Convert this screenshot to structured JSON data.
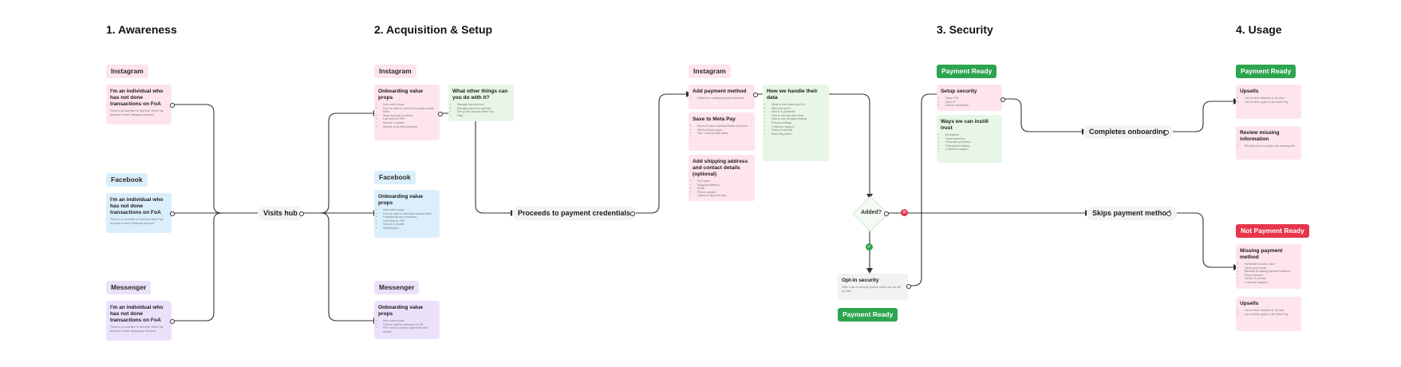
{
  "stages": [
    "1. Awareness",
    "2. Acquisition & Setup",
    "3. Security",
    "4. Usage"
  ],
  "awareness": {
    "instagram": {
      "tag": "Instagram",
      "title": "I'm an individual who has not done transactions on FoA",
      "body": "There's no incentive to link their Meta Pay account to their Instagram account"
    },
    "facebook": {
      "tag": "Facebook",
      "title": "I'm an individual who has not done transactions on FoA",
      "body": "There's no incentive to link their Meta Pay account to their Facebook account"
    },
    "messenger": {
      "tag": "Messenger",
      "title": "I'm an individual who has not done transactions on FoA",
      "body": "There's no incentive to link their Meta Pay account to their Messenger account"
    }
  },
  "flow": {
    "visits_hub": "Visits hub",
    "proceeds": "Proceeds to payment credentials",
    "completes": "Completes onboarding",
    "skips": "Skips payment method"
  },
  "acquisition": {
    "instagram": {
      "tag": "Instagram",
      "title": "Onboarding value props",
      "items": [
        "Intro value props",
        "Can be used to checkout in apps across Meta",
        "Shop and pay in stories",
        "Low fees for P2P",
        "Secure & private",
        "Access to all Meta features"
      ]
    },
    "side_note": {
      "title": "What other things can you do with it?",
      "items": [
        "Manage transactions",
        "Manage payment methods",
        "Set up and access Meta Pay",
        "Help"
      ]
    },
    "facebook": {
      "tag": "Facebook",
      "title": "Onboarding value props",
      "items": [
        "Intro value props",
        "Can be used to checkout across Meta",
        "Fundraising and donations",
        "Low fees for P2P",
        "Secure & private",
        "Marketplace"
      ]
    },
    "messenger": {
      "tag": "Messenger",
      "title": "Onboarding value props",
      "items": [
        "Intro value props",
        "Can be used to checkout on FB",
        "P2P, send & receive payments with friends"
      ]
    }
  },
  "payment": {
    "tag": "Instagram",
    "add_method": {
      "title": "Add payment method",
      "items": [
        "Options for adding payment methods"
      ]
    },
    "handle_data": {
      "title": "How we handle their data",
      "items": [
        "What is their data used for",
        "Who can see it",
        "How is it protected",
        "How to remove their data",
        "How to turn off data sharing",
        "Privacy settings",
        "Customer support",
        "Policy & security",
        "Meta Pay terms"
      ]
    },
    "save_meta_pay": {
      "title": "Save to Meta Pay",
      "items": [
        "Save to make checkout faster next time",
        "Works across apps",
        "Use 1 card across Meta"
      ]
    },
    "shipping": {
      "title": "Add shipping address and contact details (optional)",
      "items": [
        "Full name",
        "Shipping address",
        "Email",
        "Phone number",
        "Option to skip this step"
      ]
    }
  },
  "security": {
    "top_tag": "Payment Ready",
    "setup": {
      "title": "Setup security",
      "items": [
        "Setup PIN",
        "Face ID",
        "Device verification"
      ]
    },
    "trust": {
      "title": "Ways we can instill trust",
      "items": [
        "Encryption",
        "Fraud detection",
        "Purchase protection",
        "Transaction history",
        "Customer support"
      ]
    },
    "decision": "Added?",
    "optin": {
      "title": "Opt-in security",
      "body": "Offer a list of security options which can be set up later"
    },
    "bottom_tag": "Payment Ready"
  },
  "usage": {
    "ready_tag": "Payment Ready",
    "upsells_top": {
      "title": "Upsells",
      "items": [
        "List of other features to try next",
        "List of other apps to use Meta Pay"
      ]
    },
    "review": {
      "title": "Review missing information",
      "items": [
        "Remind user to update any missing info"
      ]
    },
    "not_ready_tag": "Not Payment Ready",
    "missing": {
      "title": "Missing payment method",
      "items": [
        "Reminder to add a card",
        "Value prop recap",
        "Benefits of adding payment method",
        "Easy checkout",
        "Secure & private",
        "Customer support"
      ]
    },
    "upsells_bottom": {
      "title": "Upsells",
      "items": [
        "List of other features to try next",
        "List of other apps to use Meta Pay"
      ]
    }
  },
  "colors": {
    "pink": "#fde4ee",
    "blue": "#dbeefc",
    "purple": "#ece1fb",
    "mint": "#e7f6e7",
    "green": "#2da44e",
    "red": "#e5364b",
    "line": "#333333"
  }
}
